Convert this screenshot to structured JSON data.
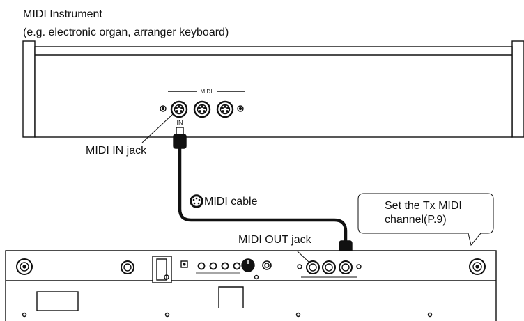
{
  "instrument": {
    "title": "MIDI Instrument",
    "subtitle": "(e.g. electronic organ, arranger keyboard)",
    "midi_panel_label": "MIDI",
    "in_port_label": "IN"
  },
  "callouts": {
    "midi_in_jack": "MIDI IN jack",
    "midi_cable": "MIDI cable",
    "midi_out_jack": "MIDI OUT jack"
  },
  "speech_bubble": {
    "line1": "Set the Tx MIDI",
    "line2": "channel(P.9)"
  },
  "colors": {
    "line": "#111111",
    "fill": "#ffffff"
  },
  "icons": [
    "midi-connector-icon",
    "screw-icon",
    "jack-icon",
    "knob-icon",
    "power-switch-icon"
  ]
}
